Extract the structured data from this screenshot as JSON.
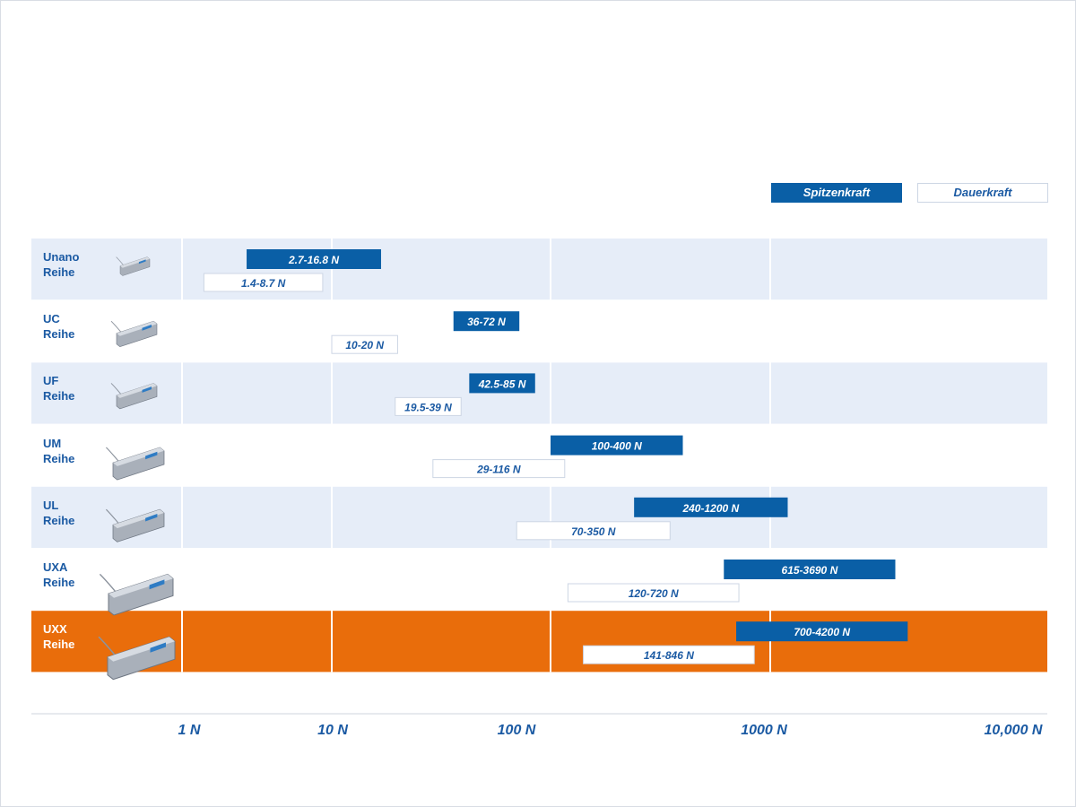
{
  "legend": {
    "peak_label": "Spitzenkraft",
    "continuous_label": "Dauerkraft"
  },
  "colors": {
    "peak_bar": "#0a5fa6",
    "continuous_bar_border": "#cdd6e4",
    "label_text": "#1b5aa3",
    "row_band": "#e6edf8",
    "highlight_row": "#e96d0b",
    "axis_line": "#cfd5de"
  },
  "chart_data": {
    "type": "bar",
    "orientation": "horizontal-range",
    "x_scale": "log",
    "xlim": [
      1,
      10000
    ],
    "tick_labels": [
      "1 N",
      "10 N",
      "100 N",
      "1000 N",
      "10,000 N"
    ],
    "series_names": [
      "Spitzenkraft",
      "Dauerkraft"
    ],
    "highlighted_category": "UXX Reihe",
    "categories": [
      {
        "label": "Unano\nReihe",
        "peak": [
          2.7,
          16.8
        ],
        "peak_label": "2.7-16.8 N",
        "continuous": [
          1.4,
          8.7
        ],
        "continuous_label": "1.4-8.7 N"
      },
      {
        "label": "UC\nReihe",
        "peak": [
          36,
          72
        ],
        "peak_label": "36-72 N",
        "continuous": [
          10,
          20
        ],
        "continuous_label": "10-20 N"
      },
      {
        "label": "UF\nReihe",
        "peak": [
          42.5,
          85
        ],
        "peak_label": "42.5-85 N",
        "continuous": [
          19.5,
          39
        ],
        "continuous_label": "19.5-39 N"
      },
      {
        "label": "UM\nReihe",
        "peak": [
          100,
          400
        ],
        "peak_label": "100-400 N",
        "continuous": [
          29,
          116
        ],
        "continuous_label": "29-116 N"
      },
      {
        "label": "UL\nReihe",
        "peak": [
          240,
          1200
        ],
        "peak_label": "240-1200 N",
        "continuous": [
          70,
          350
        ],
        "continuous_label": "70-350 N"
      },
      {
        "label": "UXA\nReihe",
        "peak": [
          615,
          3690
        ],
        "peak_label": "615-3690 N",
        "continuous": [
          120,
          720
        ],
        "continuous_label": "120-720 N"
      },
      {
        "label": "UXX\nReihe",
        "peak": [
          700,
          4200
        ],
        "peak_label": "700-4200 N",
        "continuous": [
          141,
          846
        ],
        "continuous_label": "141-846 N"
      }
    ]
  }
}
